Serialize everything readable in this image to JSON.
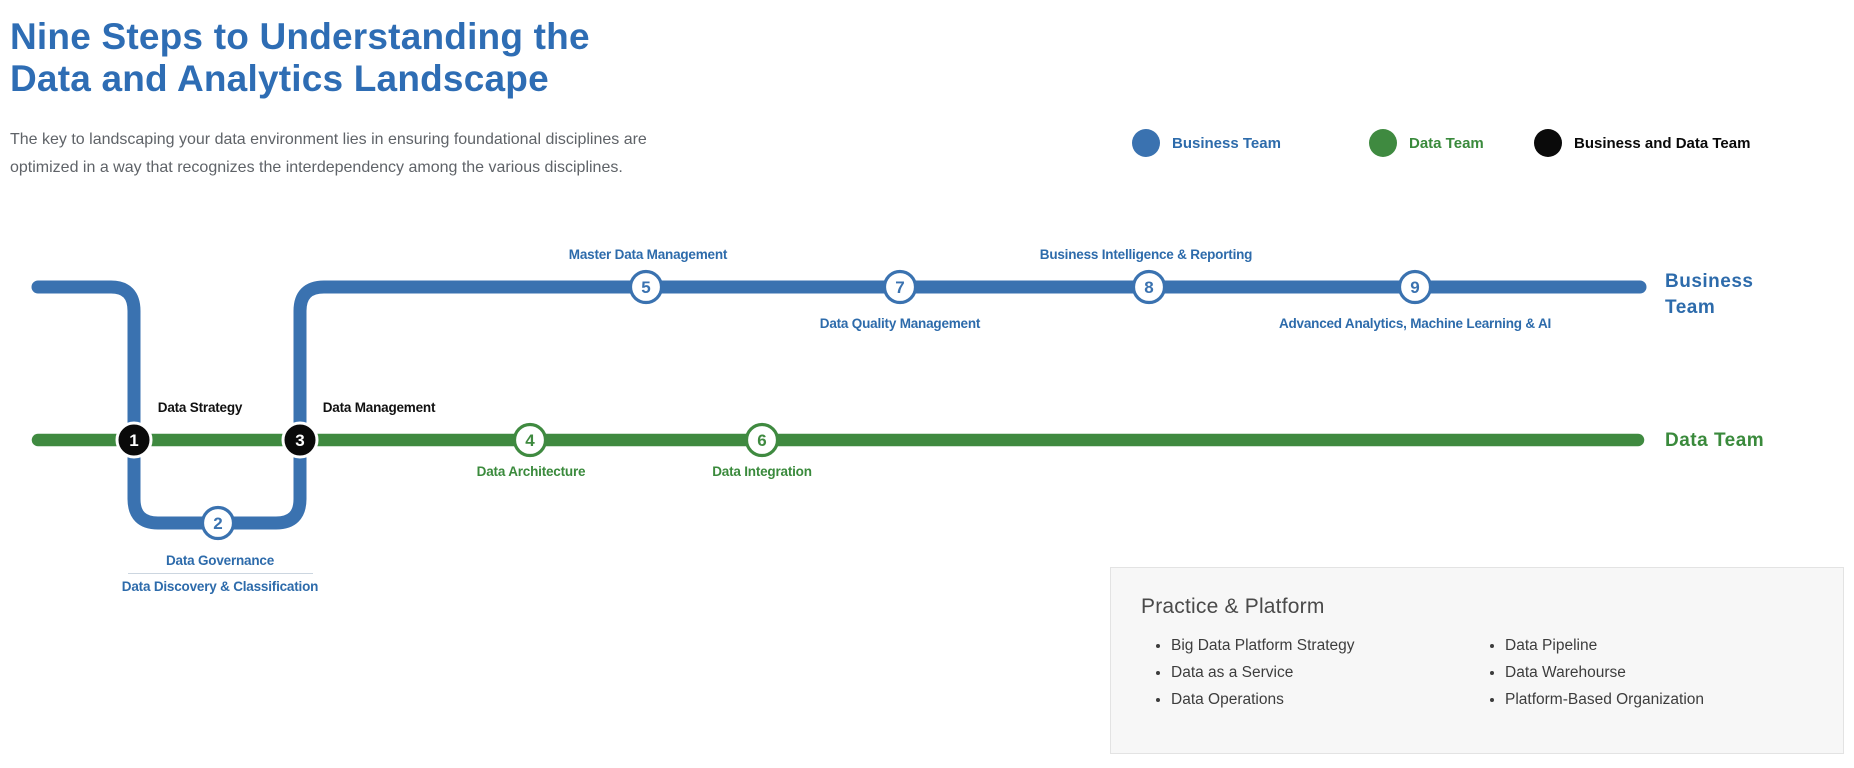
{
  "header": {
    "title_line1": "Nine Steps to Understanding the",
    "title_line2": "Data and Analytics Landscape",
    "subtitle_line1": "The key to landscaping your data environment lies in ensuring foundational disciplines are",
    "subtitle_line2": "optimized in a way that recognizes the interdependency among the various disciplines."
  },
  "legend": {
    "items": [
      {
        "label": "Business Team",
        "color": "#3a72b0"
      },
      {
        "label": "Data Team",
        "color": "#3f8a40"
      },
      {
        "label": "Business and Data Team",
        "color": "#0a0a0a"
      }
    ]
  },
  "diagram": {
    "business_team_label_line1": "Business",
    "business_team_label_line2": "Team",
    "data_team_label": "Data Team",
    "nodes": [
      {
        "number": "1",
        "label": "Data Strategy",
        "team": "business-and-data"
      },
      {
        "number": "2",
        "label": "Data Governance",
        "sub_label": "Data Discovery & Classification",
        "team": "business"
      },
      {
        "number": "3",
        "label": "Data Management",
        "team": "business-and-data"
      },
      {
        "number": "4",
        "label": "Data Architecture",
        "team": "data"
      },
      {
        "number": "5",
        "label": "Master Data Management",
        "team": "business"
      },
      {
        "number": "6",
        "label": "Data Integration",
        "team": "data"
      },
      {
        "number": "7",
        "label": "Data Quality Management",
        "team": "business"
      },
      {
        "number": "8",
        "label": "Business Intelligence & Reporting",
        "team": "business"
      },
      {
        "number": "9",
        "label": "Advanced Analytics, Machine Learning & AI",
        "team": "business"
      }
    ]
  },
  "practice_platform": {
    "title": "Practice & Platform",
    "column1": [
      "Big Data Platform Strategy",
      "Data as a Service",
      "Data Operations"
    ],
    "column2": [
      "Data Pipeline",
      "Data Warehourse",
      "Platform-Based Organization"
    ]
  },
  "colors": {
    "title_blue": "#2e6db4",
    "business_blue": "#3a72b0",
    "data_green": "#3f8a40",
    "joint_black": "#0a0a0a",
    "label_blue": "#2d6bab",
    "label_green": "#3a8a3c",
    "subtitle_gray": "#5f6368",
    "panel_background": "#f7f7f7"
  }
}
